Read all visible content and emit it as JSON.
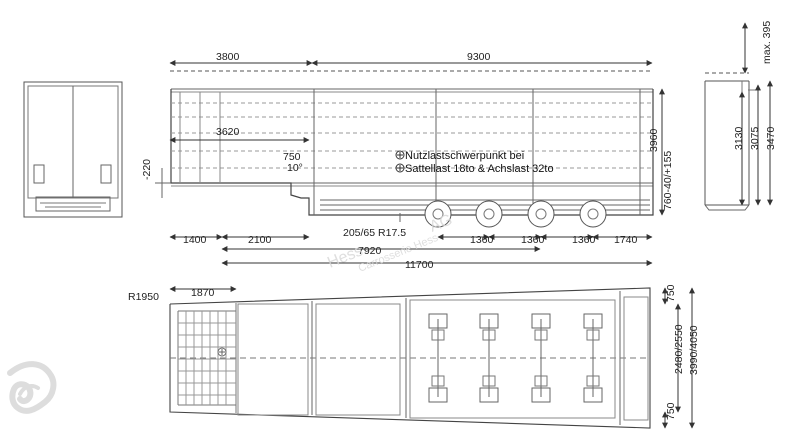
{
  "drawing": {
    "top_dims": {
      "front_length": "3800",
      "rear_length": "9300",
      "deck_length": "3620",
      "wall_height": "3960",
      "top_clearance": "max. 395",
      "bottom_offset": "-220",
      "step_height": "750",
      "angle": "10°",
      "vertical_adjust": "760-40/+155",
      "load_text_line1": "Nutzlastschwerpunkt bei",
      "load_text_line2": "Sattellast 18to & Achslast 32to",
      "tyre": "205/65 R17.5"
    },
    "bottom_dims": {
      "front_overhang": "1400",
      "front_section": "2100",
      "axle_spacing_1": "1360",
      "axle_spacing_2": "1360",
      "axle_spacing_3": "1360",
      "rear_overhang": "1740",
      "overall_length_1": "7920",
      "overall_length_2": "11700"
    },
    "side_dims": {
      "height_a": "3130",
      "height_b": "3075",
      "height_c": "3470"
    },
    "plan_dims": {
      "radius": "R1950",
      "front_width": "1870",
      "left_top_gap": "750",
      "left_bottom_gap": "750",
      "right_width": "2480/2550",
      "right_width_2": "3990/4050"
    },
    "watermark": {
      "line1": "Hess",
      "line2": "AG",
      "line3": "Carrosserie Hess"
    }
  }
}
